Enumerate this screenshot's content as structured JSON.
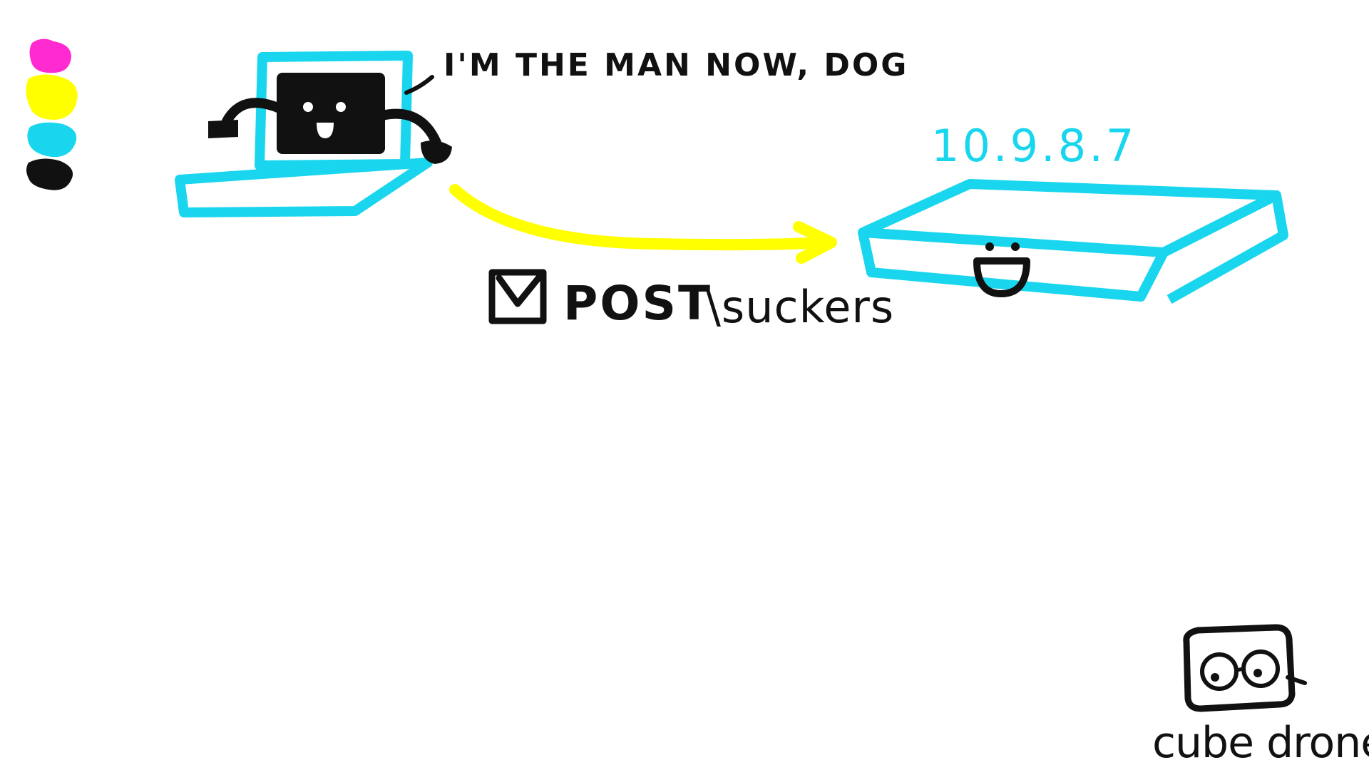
{
  "palette": {
    "colors": [
      "#ff2ad0",
      "#ffff00",
      "#19d6ee",
      "#111111"
    ],
    "icon": "color-palette-swatches"
  },
  "laptop": {
    "speech": "I'M THE MAN NOW, DOG",
    "icon": "laptop-character",
    "color": "#19d6ee"
  },
  "server": {
    "ip": "10.9.8.7",
    "icon": "server-box-character",
    "color": "#19d6ee"
  },
  "arrow": {
    "color": "#ffff00",
    "icon": "arrow-right"
  },
  "request": {
    "checked": true,
    "method": "POST",
    "path": "\\suckers"
  },
  "brand": {
    "name": "cube drone",
    "icon": "cube-drone-logo"
  }
}
